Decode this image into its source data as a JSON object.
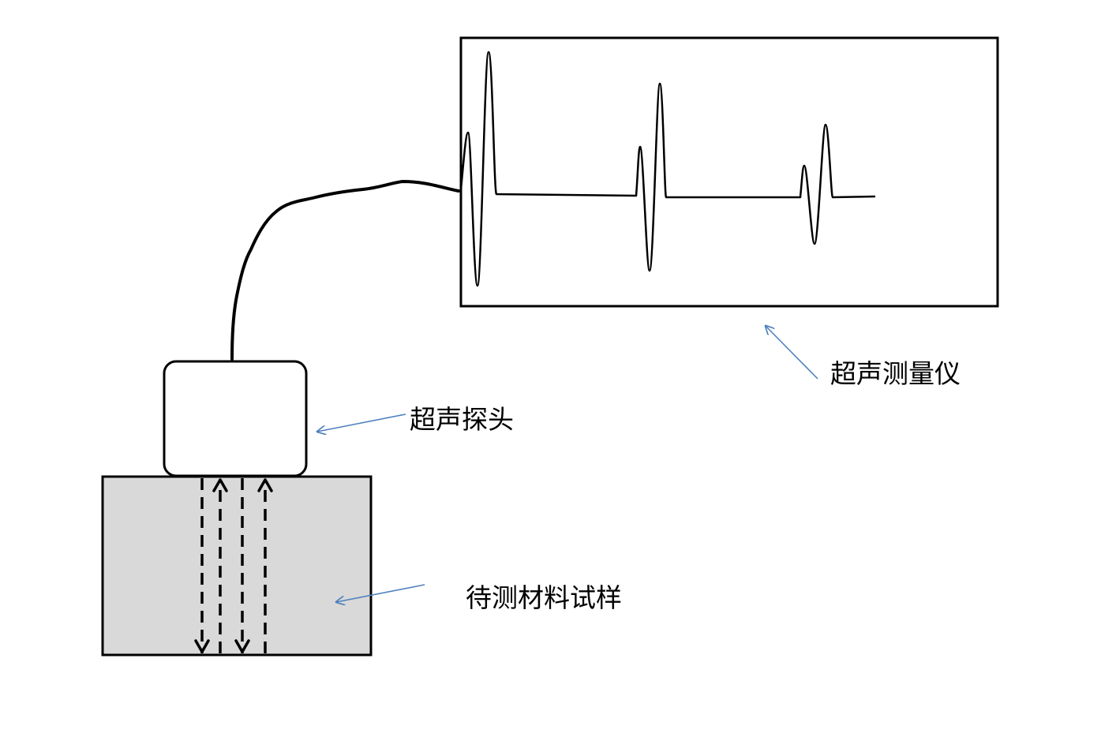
{
  "labels": {
    "instrument": "超声测量仪",
    "probe": "超声探头",
    "specimen": "待测材料试样"
  },
  "colors": {
    "line": "#000000",
    "specimen_fill": "#d9d9d9",
    "pointer_arrow": "#4f81bd",
    "label_text": "#000000"
  }
}
